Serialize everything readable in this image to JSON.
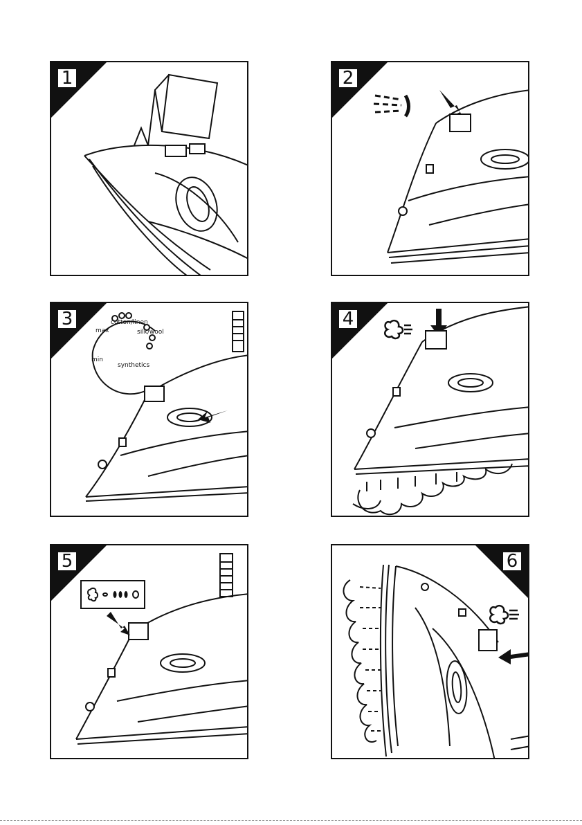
{
  "panels": [
    {
      "number": "1"
    },
    {
      "number": "2"
    },
    {
      "number": "3",
      "dial": {
        "label_max": "max",
        "label_min": "min",
        "label_cotton": "cotton/linen",
        "label_silk": "silk/wool",
        "label_synthetics": "synthetics"
      }
    },
    {
      "number": "4"
    },
    {
      "number": "5"
    },
    {
      "number": "6"
    }
  ],
  "icons": {
    "panel1": "water-jug-icon",
    "panel2": "spray-icon",
    "panel3": "temperature-dial-icon",
    "panel4": "steam-burst-icon",
    "panel5": "steam-settings-icon",
    "panel6": "steam-burst-icon"
  },
  "colors": {
    "ink": "#111111",
    "background": "#ffffff"
  }
}
